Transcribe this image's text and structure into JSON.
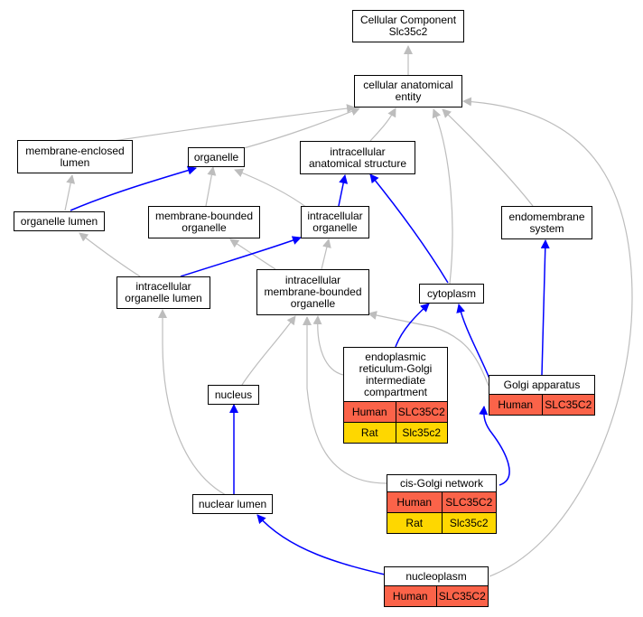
{
  "colors": {
    "is_a_edge": "#bdbdbd",
    "part_of_edge": "#0000ff",
    "human": "#fb6349",
    "rat": "#fed700"
  },
  "nodes": {
    "root": {
      "label": "Cellular Component\nSlc35c2"
    },
    "cae": {
      "label": "cellular anatomical\nentity"
    },
    "mel": {
      "label": "membrane-enclosed\nlumen"
    },
    "organelle": {
      "label": "organelle"
    },
    "ias": {
      "label": "intracellular\nanatomical structure"
    },
    "orglumen": {
      "label": "organelle lumen"
    },
    "mbo": {
      "label": "membrane-bounded\norganelle"
    },
    "io": {
      "label": "intracellular\norganelle"
    },
    "endo": {
      "label": "endomembrane\nsystem"
    },
    "iol": {
      "label": "intracellular\norganelle lumen"
    },
    "imbo": {
      "label": "intracellular\nmembrane-bounded\norganelle"
    },
    "cyto": {
      "label": "cytoplasm"
    },
    "ergic": {
      "label": "endoplasmic\nreticulum-Golgi\nintermediate\ncompartment",
      "rows": [
        {
          "species": "Human",
          "gene": "SLC35C2"
        },
        {
          "species": "Rat",
          "gene": "Slc35c2"
        }
      ]
    },
    "golgi": {
      "label": "Golgi apparatus",
      "rows": [
        {
          "species": "Human",
          "gene": "SLC35C2"
        }
      ]
    },
    "nucleus": {
      "label": "nucleus"
    },
    "cisgolgi": {
      "label": "cis-Golgi network",
      "rows": [
        {
          "species": "Human",
          "gene": "SLC35C2"
        },
        {
          "species": "Rat",
          "gene": "Slc35c2"
        }
      ]
    },
    "nuclumen": {
      "label": "nuclear lumen"
    },
    "nucleoplasm": {
      "label": "nucleoplasm",
      "rows": [
        {
          "species": "Human",
          "gene": "SLC35C2"
        }
      ]
    }
  }
}
